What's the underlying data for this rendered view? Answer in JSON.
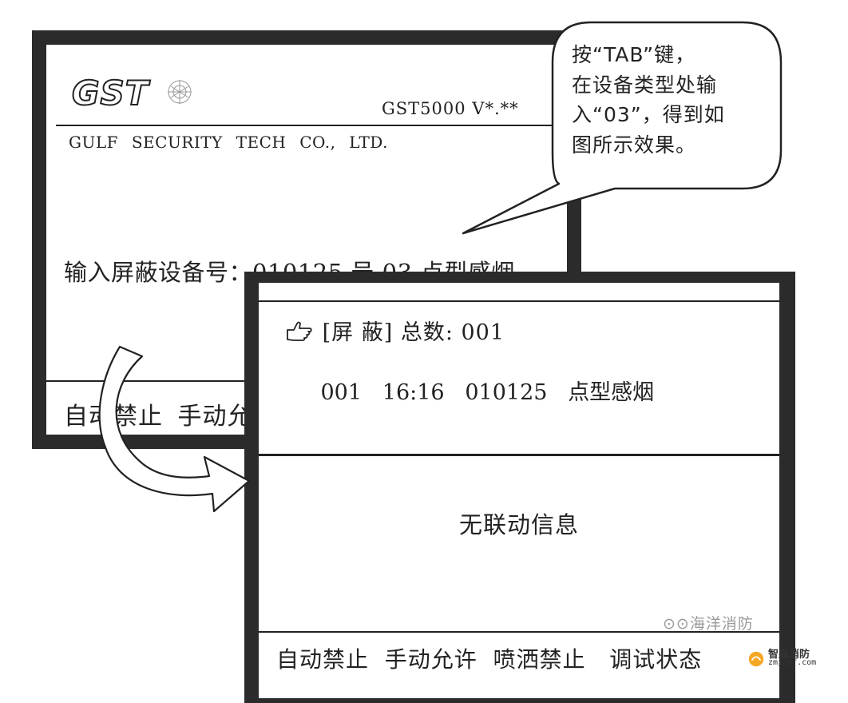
{
  "back_screen": {
    "logo": "GST",
    "model": "GST5000   V*.**",
    "company": "GULF  SECURITY  TECH  CO., LTD.",
    "input_line": "输入屏蔽设备号：010125 号 03-点型感烟",
    "status_bar": "自动禁止 手动允"
  },
  "front_screen": {
    "header": "[屏 蔽] 总数: 001",
    "record": {
      "index": "001",
      "time": "16:16",
      "device": "010125",
      "type": "点型感烟"
    },
    "no_linkage": "无联动信息",
    "status_bar": "自动禁止  手动允许  喷洒禁止   调试状态"
  },
  "callout": {
    "lines": [
      "按“TAB”键，",
      "在设备类型处输",
      "入“03”，得到如",
      "图所示效果。"
    ]
  },
  "watermarks": {
    "wechat": "海洋消防",
    "site_cn": "智淼消防",
    "site_en": "zmjaxf.com"
  },
  "icons": {
    "hand": "pointing-hand-icon",
    "curve_arrow": "curved-arrow-icon"
  },
  "colors": {
    "bezel": "#2b2b2b",
    "text": "#222222",
    "watermark": "#9a9a9a"
  }
}
